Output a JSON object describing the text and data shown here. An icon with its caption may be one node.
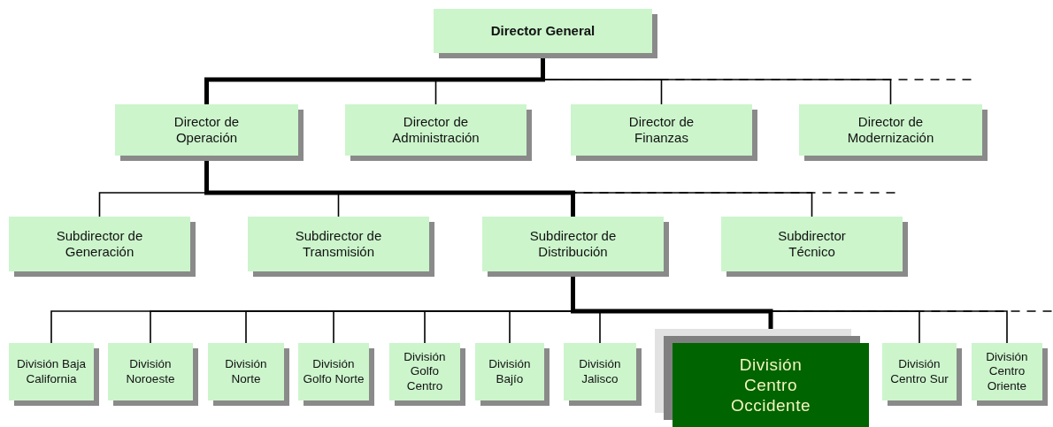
{
  "diagram": {
    "nodes": [
      {
        "text": [
          "Director General"
        ]
      },
      {
        "text": [
          "Director de Operación"
        ]
      },
      {
        "text": [
          "Director de Administración"
        ]
      },
      {
        "text": [
          "Director de Finanzas"
        ]
      },
      {
        "text": [
          "Director de Modernización"
        ]
      },
      {
        "text": [
          "Subdirector de Generación"
        ]
      },
      {
        "text": [
          "Subdirector de Transmisión"
        ]
      },
      {
        "text": [
          "Subdirector de Distribución"
        ]
      },
      {
        "text": [
          "Subdirector Técnico"
        ]
      },
      {
        "text": [
          "División Baja California"
        ]
      },
      {
        "text": [
          "División Noroeste"
        ]
      },
      {
        "text": [
          "División Norte"
        ]
      },
      {
        "text": [
          "División Golfo Norte"
        ]
      },
      {
        "text": [
          "División Golfo Centro"
        ]
      },
      {
        "text": [
          "División Bajío"
        ]
      },
      {
        "text": [
          "División Jalisco"
        ]
      },
      {
        "text": [
          "División Centro Occidente"
        ]
      },
      {
        "text": [
          "División Centro Sur"
        ]
      },
      {
        "text": [
          "División Centro Oriente"
        ]
      }
    ],
    "edges": [
      {
        "from": 0,
        "to": null,
        "arrow": "none",
        "style": "dashed"
      },
      {
        "from": 0,
        "to": 1,
        "arrow": "none",
        "style": "thick"
      },
      {
        "from": 0,
        "to": 2,
        "arrow": "none"
      },
      {
        "from": 0,
        "to": 3,
        "arrow": "none"
      },
      {
        "from": 0,
        "to": 4,
        "arrow": "none"
      },
      {
        "from": 1,
        "to": null,
        "arrow": "none",
        "style": "dashed"
      },
      {
        "from": 1,
        "to": 5,
        "arrow": "none"
      },
      {
        "from": 1,
        "to": 6,
        "arrow": "none"
      },
      {
        "from": 1,
        "to": 7,
        "arrow": "none",
        "style": "thick"
      },
      {
        "from": 1,
        "to": 8,
        "arrow": "none"
      },
      {
        "from": 7,
        "to": null,
        "arrow": "none",
        "style": "dashed"
      },
      {
        "from": 7,
        "to": 9,
        "arrow": "none"
      },
      {
        "from": 7,
        "to": 10,
        "arrow": "none"
      },
      {
        "from": 7,
        "to": 11,
        "arrow": "none"
      },
      {
        "from": 7,
        "to": 12,
        "arrow": "none"
      },
      {
        "from": 7,
        "to": 13,
        "arrow": "none"
      },
      {
        "from": 7,
        "to": 14,
        "arrow": "none"
      },
      {
        "from": 7,
        "to": 15,
        "arrow": "none"
      },
      {
        "from": 7,
        "to": 16,
        "arrow": "none",
        "style": "thick"
      },
      {
        "from": 7,
        "to": 17,
        "arrow": "none"
      },
      {
        "from": 7,
        "to": 18,
        "arrow": "none"
      }
    ]
  }
}
